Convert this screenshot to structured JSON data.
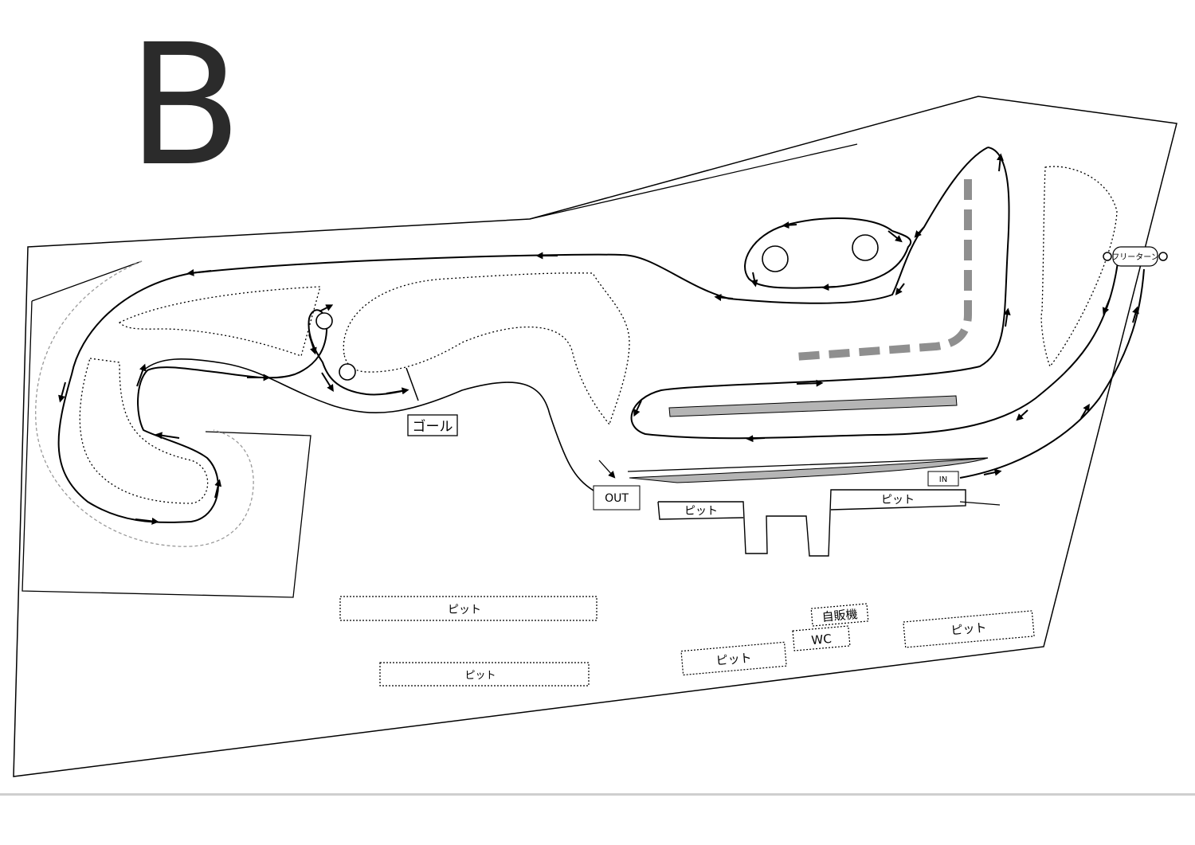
{
  "course_letter": "B",
  "labels": {
    "goal": "ゴール",
    "out": "OUT",
    "in": "IN",
    "free_turn": "フリーターン",
    "vending_machine": "自販機",
    "wc": "WC",
    "pit": "ピット"
  },
  "pits": [
    "ピット",
    "ピット",
    "ピット",
    "ピット",
    "ピット",
    "ピット"
  ],
  "colors": {
    "line": "#000000",
    "dotted_boundary": "#000000",
    "gray_boundary": "#9a9a9a",
    "gray_bar": "#b5b5b5",
    "dashed_gray": "#8f8f8f"
  },
  "icons": [
    "arrow-icon",
    "pylon-circle-icon"
  ]
}
